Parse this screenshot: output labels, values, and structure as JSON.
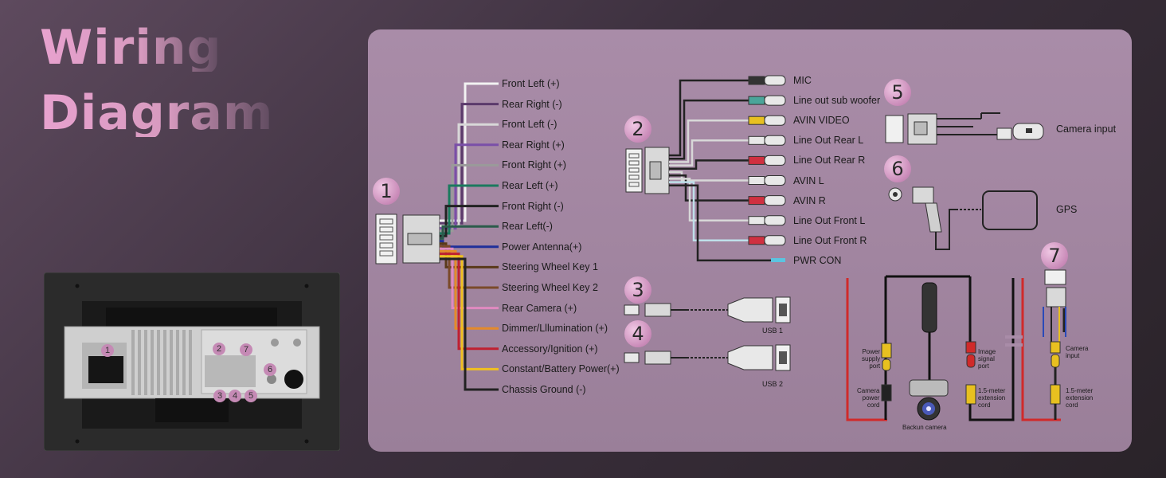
{
  "title": {
    "line1": "Wiring",
    "line2": "Diagram"
  },
  "colors": {
    "accent": "#e8a2cf",
    "panel": "#a98ca8",
    "background": "#3c303e"
  },
  "harness1": {
    "number": "1",
    "wires": [
      {
        "label": "Front Left (+)",
        "color": "#f2f2f2"
      },
      {
        "label": "Rear Right (-)",
        "color": "#5b3a6b"
      },
      {
        "label": "Front Left (-)",
        "color": "#d8d8d8"
      },
      {
        "label": "Rear Right (+)",
        "color": "#7a4fa8"
      },
      {
        "label": "Front Right (+)",
        "color": "#9a9a9a"
      },
      {
        "label": "Rear Left (+)",
        "color": "#1b7a5e"
      },
      {
        "label": "Front Right (-)",
        "color": "#222222"
      },
      {
        "label": "Rear Left(-)",
        "color": "#2b5b4a"
      },
      {
        "label": "Power Antenna(+)",
        "color": "#1f2f9a"
      },
      {
        "label": "Steering Wheel Key 1",
        "color": "#5a3a1a"
      },
      {
        "label": "Steering Wheel Key 2",
        "color": "#7a4a2a"
      },
      {
        "label": "Rear Camera (+)",
        "color": "#e08ac0"
      },
      {
        "label": "Dimmer/Lllumination (+)",
        "color": "#e58a2a"
      },
      {
        "label": "Accessory/Ignition (+)",
        "color": "#c02030"
      },
      {
        "label": "Constant/Battery Power(+)",
        "color": "#f0c020"
      },
      {
        "label": "Chassis Ground (-)",
        "color": "#222222"
      }
    ]
  },
  "harness2": {
    "number": "2",
    "wires": [
      {
        "label": "MIC",
        "plug": "#333333"
      },
      {
        "label": "Line out sub woofer",
        "plug": "#4aa59a"
      },
      {
        "label": "AVIN VIDEO",
        "plug": "#e8c020"
      },
      {
        "label": "Line Out Rear L",
        "plug": "#e8e8e8"
      },
      {
        "label": "Line Out Rear R",
        "plug": "#d03040"
      },
      {
        "label": "AVIN L",
        "plug": "#e8e8e8"
      },
      {
        "label": "AVIN R",
        "plug": "#d03040"
      },
      {
        "label": "Line Out Front L",
        "plug": "#e8e8e8"
      },
      {
        "label": "Line Out Front R",
        "plug": "#d03040"
      },
      {
        "label": "PWR CON",
        "plug": "#5bc4e0"
      }
    ]
  },
  "usb": [
    {
      "number": "3",
      "label": "USB 1"
    },
    {
      "number": "4",
      "label": "USB 2"
    }
  ],
  "camera_input": {
    "number": "5",
    "label": "Camera input"
  },
  "gps": {
    "number": "6",
    "label": "GPS"
  },
  "camera_kit": {
    "number": "7",
    "labels": {
      "power_port": "Power\nsupply\nport",
      "power_cord": "Camera\npower\ncord",
      "image_port": "Image\nsignal\nport",
      "ext_cord": "1.5-meter\nextension\ncord",
      "camera": "Backun camera",
      "cam_input": "Camera\ninput",
      "ext_cord2": "1.5-meter\nextension\ncord"
    }
  },
  "unit_numbers": [
    "1",
    "2",
    "7",
    "6",
    "3",
    "4",
    "5"
  ]
}
